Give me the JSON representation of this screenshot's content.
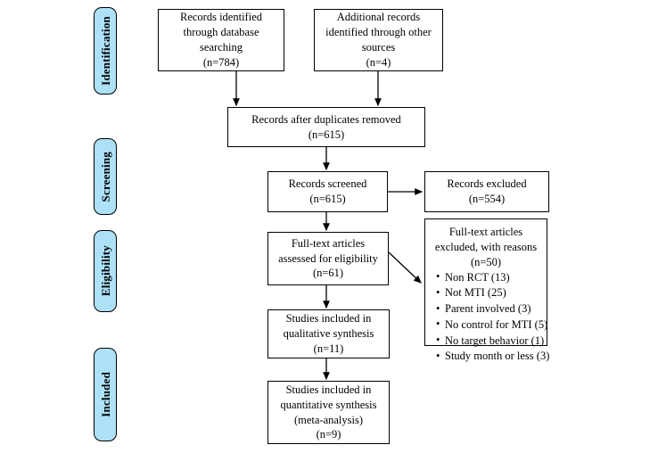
{
  "diagram": {
    "type": "prisma-flow-diagram",
    "title": "PRISMA flow diagram",
    "background_color": "#ffffff",
    "line_color": "#000000",
    "tab_fill_color": "#ade1f8"
  },
  "phases": [
    {
      "id": "identification",
      "label": "Identification"
    },
    {
      "id": "screening",
      "label": "Screening"
    },
    {
      "id": "eligibility",
      "label": "Eligibility"
    },
    {
      "id": "included",
      "label": "Included"
    }
  ],
  "boxes": {
    "records_database": {
      "lines": [
        "Records identified",
        "through database",
        "searching",
        "(n=784)"
      ],
      "count": 784
    },
    "records_other": {
      "lines": [
        "Additional records",
        "identified through other",
        "sources",
        "(n=4)"
      ],
      "count": 4
    },
    "duplicates_removed": {
      "lines": [
        "Records after duplicates removed",
        "(n=615)"
      ],
      "count": 615
    },
    "records_screened": {
      "lines": [
        "Records screened",
        "(n=615)"
      ],
      "count": 615
    },
    "records_excluded": {
      "lines": [
        "Records excluded",
        "(n=554)"
      ],
      "count": 554
    },
    "fulltext_assessed": {
      "lines": [
        "Full-text articles",
        "assessed for eligibility",
        "(n=61)"
      ],
      "count": 61
    },
    "fulltext_excluded": {
      "head_lines": [
        "Full-text articles",
        "excluded, with reasons",
        "(n=50)"
      ],
      "count": 50,
      "reasons": [
        "Non RCT (13)",
        "Not MTI (25)",
        "Parent involved (3)",
        "No control for MTI (5)",
        "No target behavior (1)",
        "Study month or less (3)"
      ]
    },
    "qualitative_synthesis": {
      "lines": [
        "Studies included in",
        "qualitative synthesis",
        "(n=11)"
      ],
      "count": 11
    },
    "quantitative_synthesis": {
      "lines": [
        "Studies included in",
        "quantitative synthesis",
        "(meta-analysis)",
        "(n=9)"
      ],
      "count": 9
    }
  }
}
